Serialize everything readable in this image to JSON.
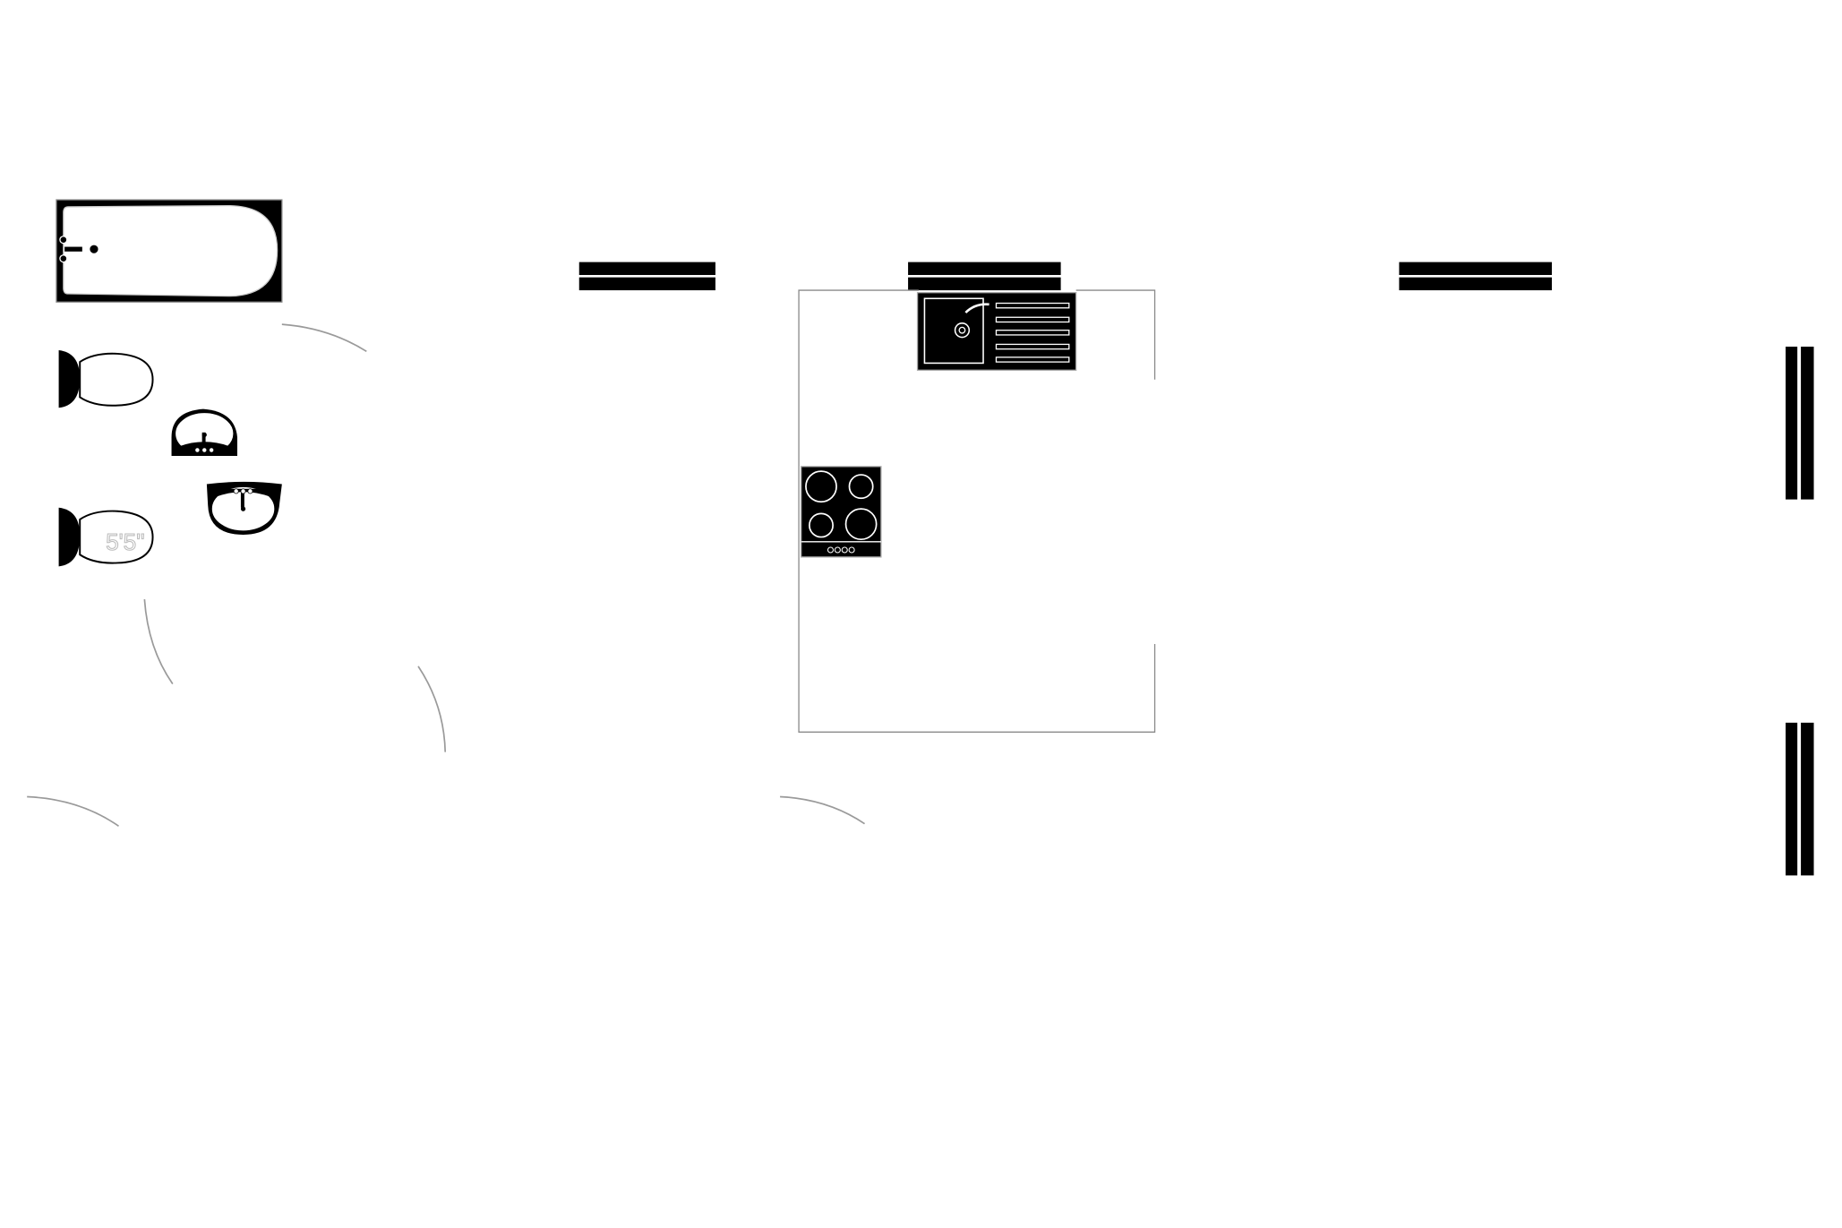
{
  "plan": {
    "fixtures": [
      "bathtub",
      "toilet",
      "toilet",
      "washbasin",
      "washbasin",
      "kitchen-sink",
      "cooktop"
    ],
    "toilet_label": "5'5\"",
    "colors": {
      "fixture": "#000000",
      "line": "#9a9a9a",
      "background": "#ffffff"
    }
  }
}
